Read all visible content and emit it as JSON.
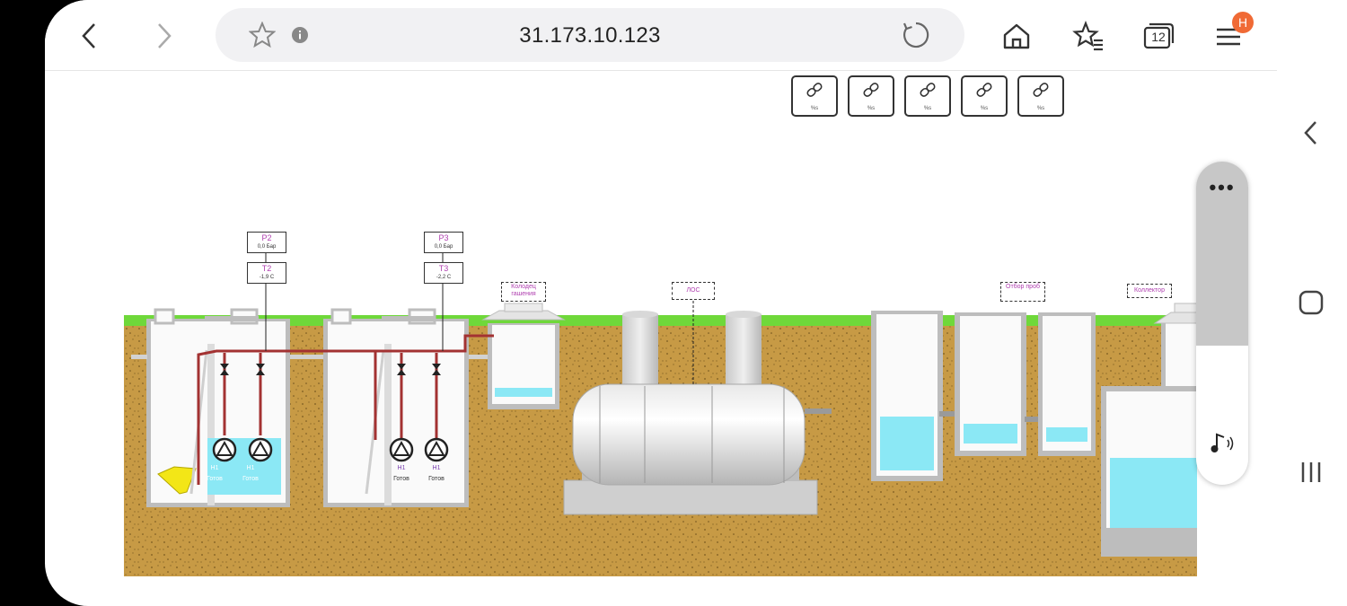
{
  "browser": {
    "url": "31.173.10.123",
    "tab_count": "12",
    "profile_initial": "Н"
  },
  "links": [
    {
      "label": "%s"
    },
    {
      "label": "%s"
    },
    {
      "label": "%s"
    },
    {
      "label": "%s"
    },
    {
      "label": "%s"
    }
  ],
  "scheme": {
    "sensors": [
      {
        "name": "P2",
        "value": "0,0 Бар"
      },
      {
        "name": "T2",
        "value": "-1,9 C"
      },
      {
        "name": "P3",
        "value": "0,0 Бар"
      },
      {
        "name": "T3",
        "value": "-2,2 C"
      }
    ],
    "tags": {
      "well_damper": "Колодец гашения",
      "los": "ЛОС",
      "sampling": "Отбор проб",
      "collector": "Коллектор"
    },
    "pumps": [
      {
        "name": "Н1",
        "status": "Готов"
      },
      {
        "name": "Н1",
        "status": "Готов"
      },
      {
        "name": "Н1",
        "status": "Готов"
      },
      {
        "name": "Н1",
        "status": "Готов"
      }
    ]
  },
  "colors": {
    "soil": "#c79a45",
    "grass": "#6fd83a",
    "water": "#8be8f5",
    "pipe": "#a33232",
    "sludge": "#f3e617",
    "badge": "#f06a35"
  }
}
